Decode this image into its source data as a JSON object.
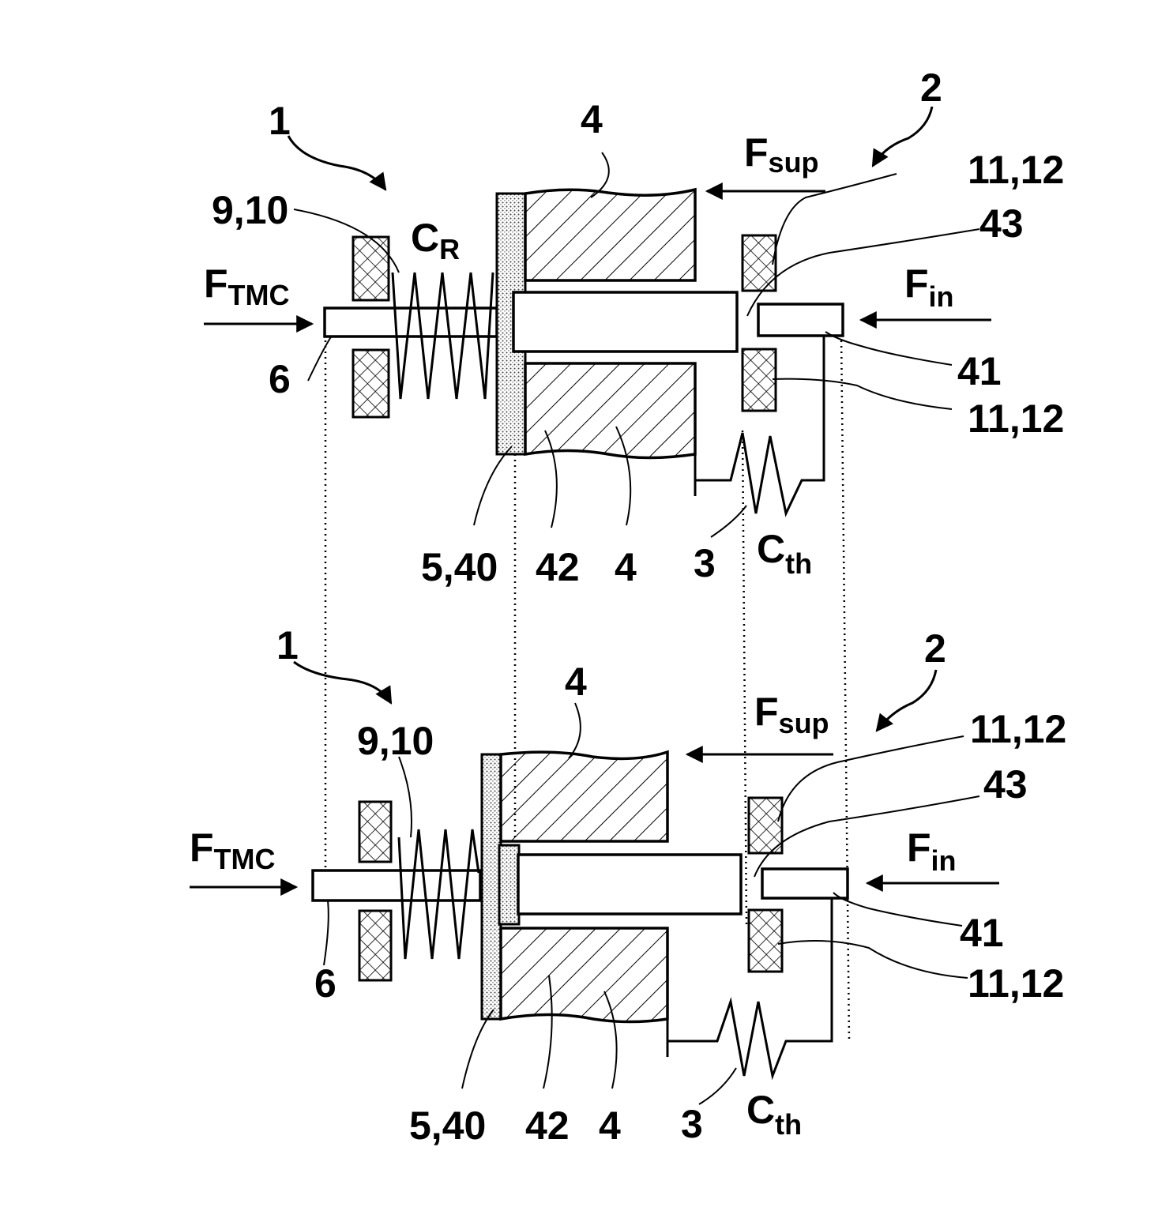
{
  "labels": {
    "assembly_1": "1",
    "assembly_2": "2",
    "housing": "4",
    "force_supply": "F",
    "force_supply_sub": "sup",
    "force_tmc": "F",
    "force_tmc_sub": "TMC",
    "force_input": "F",
    "force_input_sub": "in",
    "return_spring": "9,10",
    "return_spring_rate": "C",
    "return_spring_rate_sub": "R",
    "spring_rate_th": "C",
    "spring_rate_th_sub": "th",
    "seal_top": "11,12",
    "seal_bottom": "11,12",
    "gap": "43",
    "input_rod": "41",
    "rod": "6",
    "piston_plate": "5,40",
    "piston": "42",
    "spring_3": "3"
  }
}
